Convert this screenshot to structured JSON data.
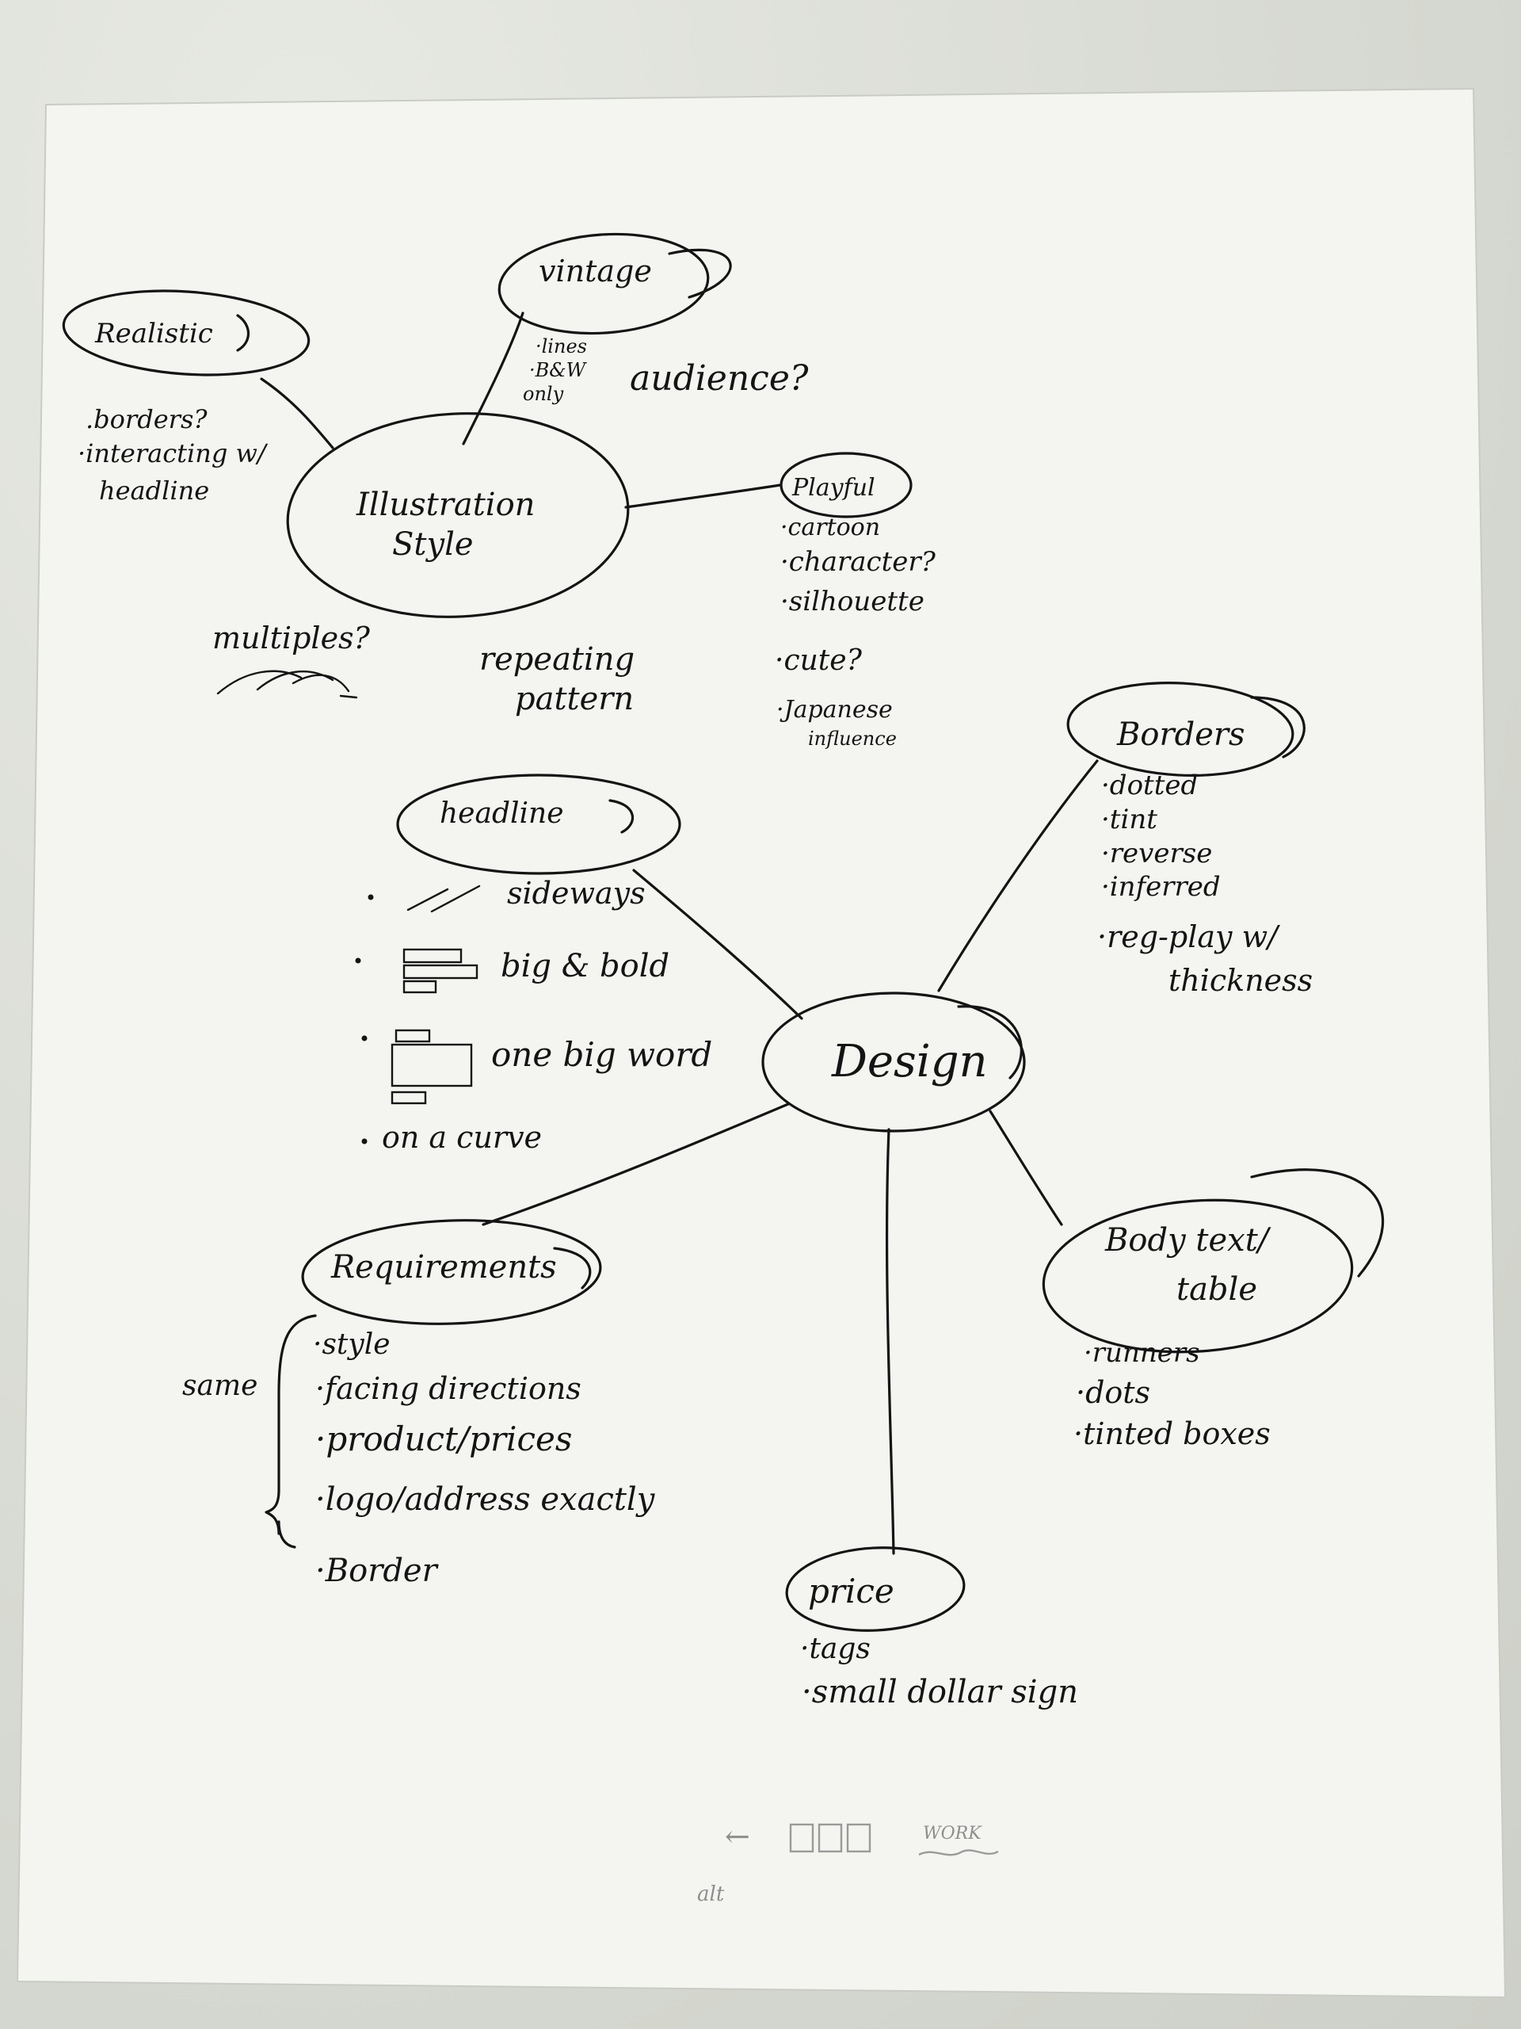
{
  "center": "Design",
  "illustration": {
    "title_line1": "Illustration",
    "title_line2": "Style",
    "realistic": {
      "title": "Realistic",
      "notes": [
        ".borders?",
        "·interacting w/",
        "headline"
      ]
    },
    "vintage": {
      "title": "vintage",
      "notes": [
        "·lines",
        "·B&W",
        "only"
      ]
    },
    "audience": "audience?",
    "playful": {
      "title": "Playful",
      "notes": [
        "·cartoon",
        "·character?",
        "·silhouette",
        "·cute?",
        "·Japanese",
        "influence"
      ]
    },
    "multiples": "multiples?",
    "repeating_line1": "repeating",
    "repeating_line2": "pattern"
  },
  "borders": {
    "title": "Borders",
    "notes": [
      "·dotted",
      "·tint",
      "·reverse",
      "·inferred",
      "·reg-play w/",
      "thickness"
    ]
  },
  "headline": {
    "title": "headline",
    "notes": [
      "sideways",
      "big & bold",
      "one big word",
      "on a curve"
    ]
  },
  "body_text": {
    "title_line1": "Body text/",
    "title_line2": "table",
    "notes": [
      "·runners",
      "·dots",
      "·tinted boxes"
    ]
  },
  "requirements": {
    "title": "Requirements",
    "bracket_label": "same",
    "notes": [
      "·style",
      "·facing directions",
      "·product/prices",
      "·logo/address exactly",
      "·Border"
    ]
  },
  "price": {
    "title": "price",
    "notes": [
      "·tags",
      "·small dollar sign"
    ]
  },
  "footer": {
    "arrow": "←",
    "work": "WORK",
    "alt": "alt"
  }
}
